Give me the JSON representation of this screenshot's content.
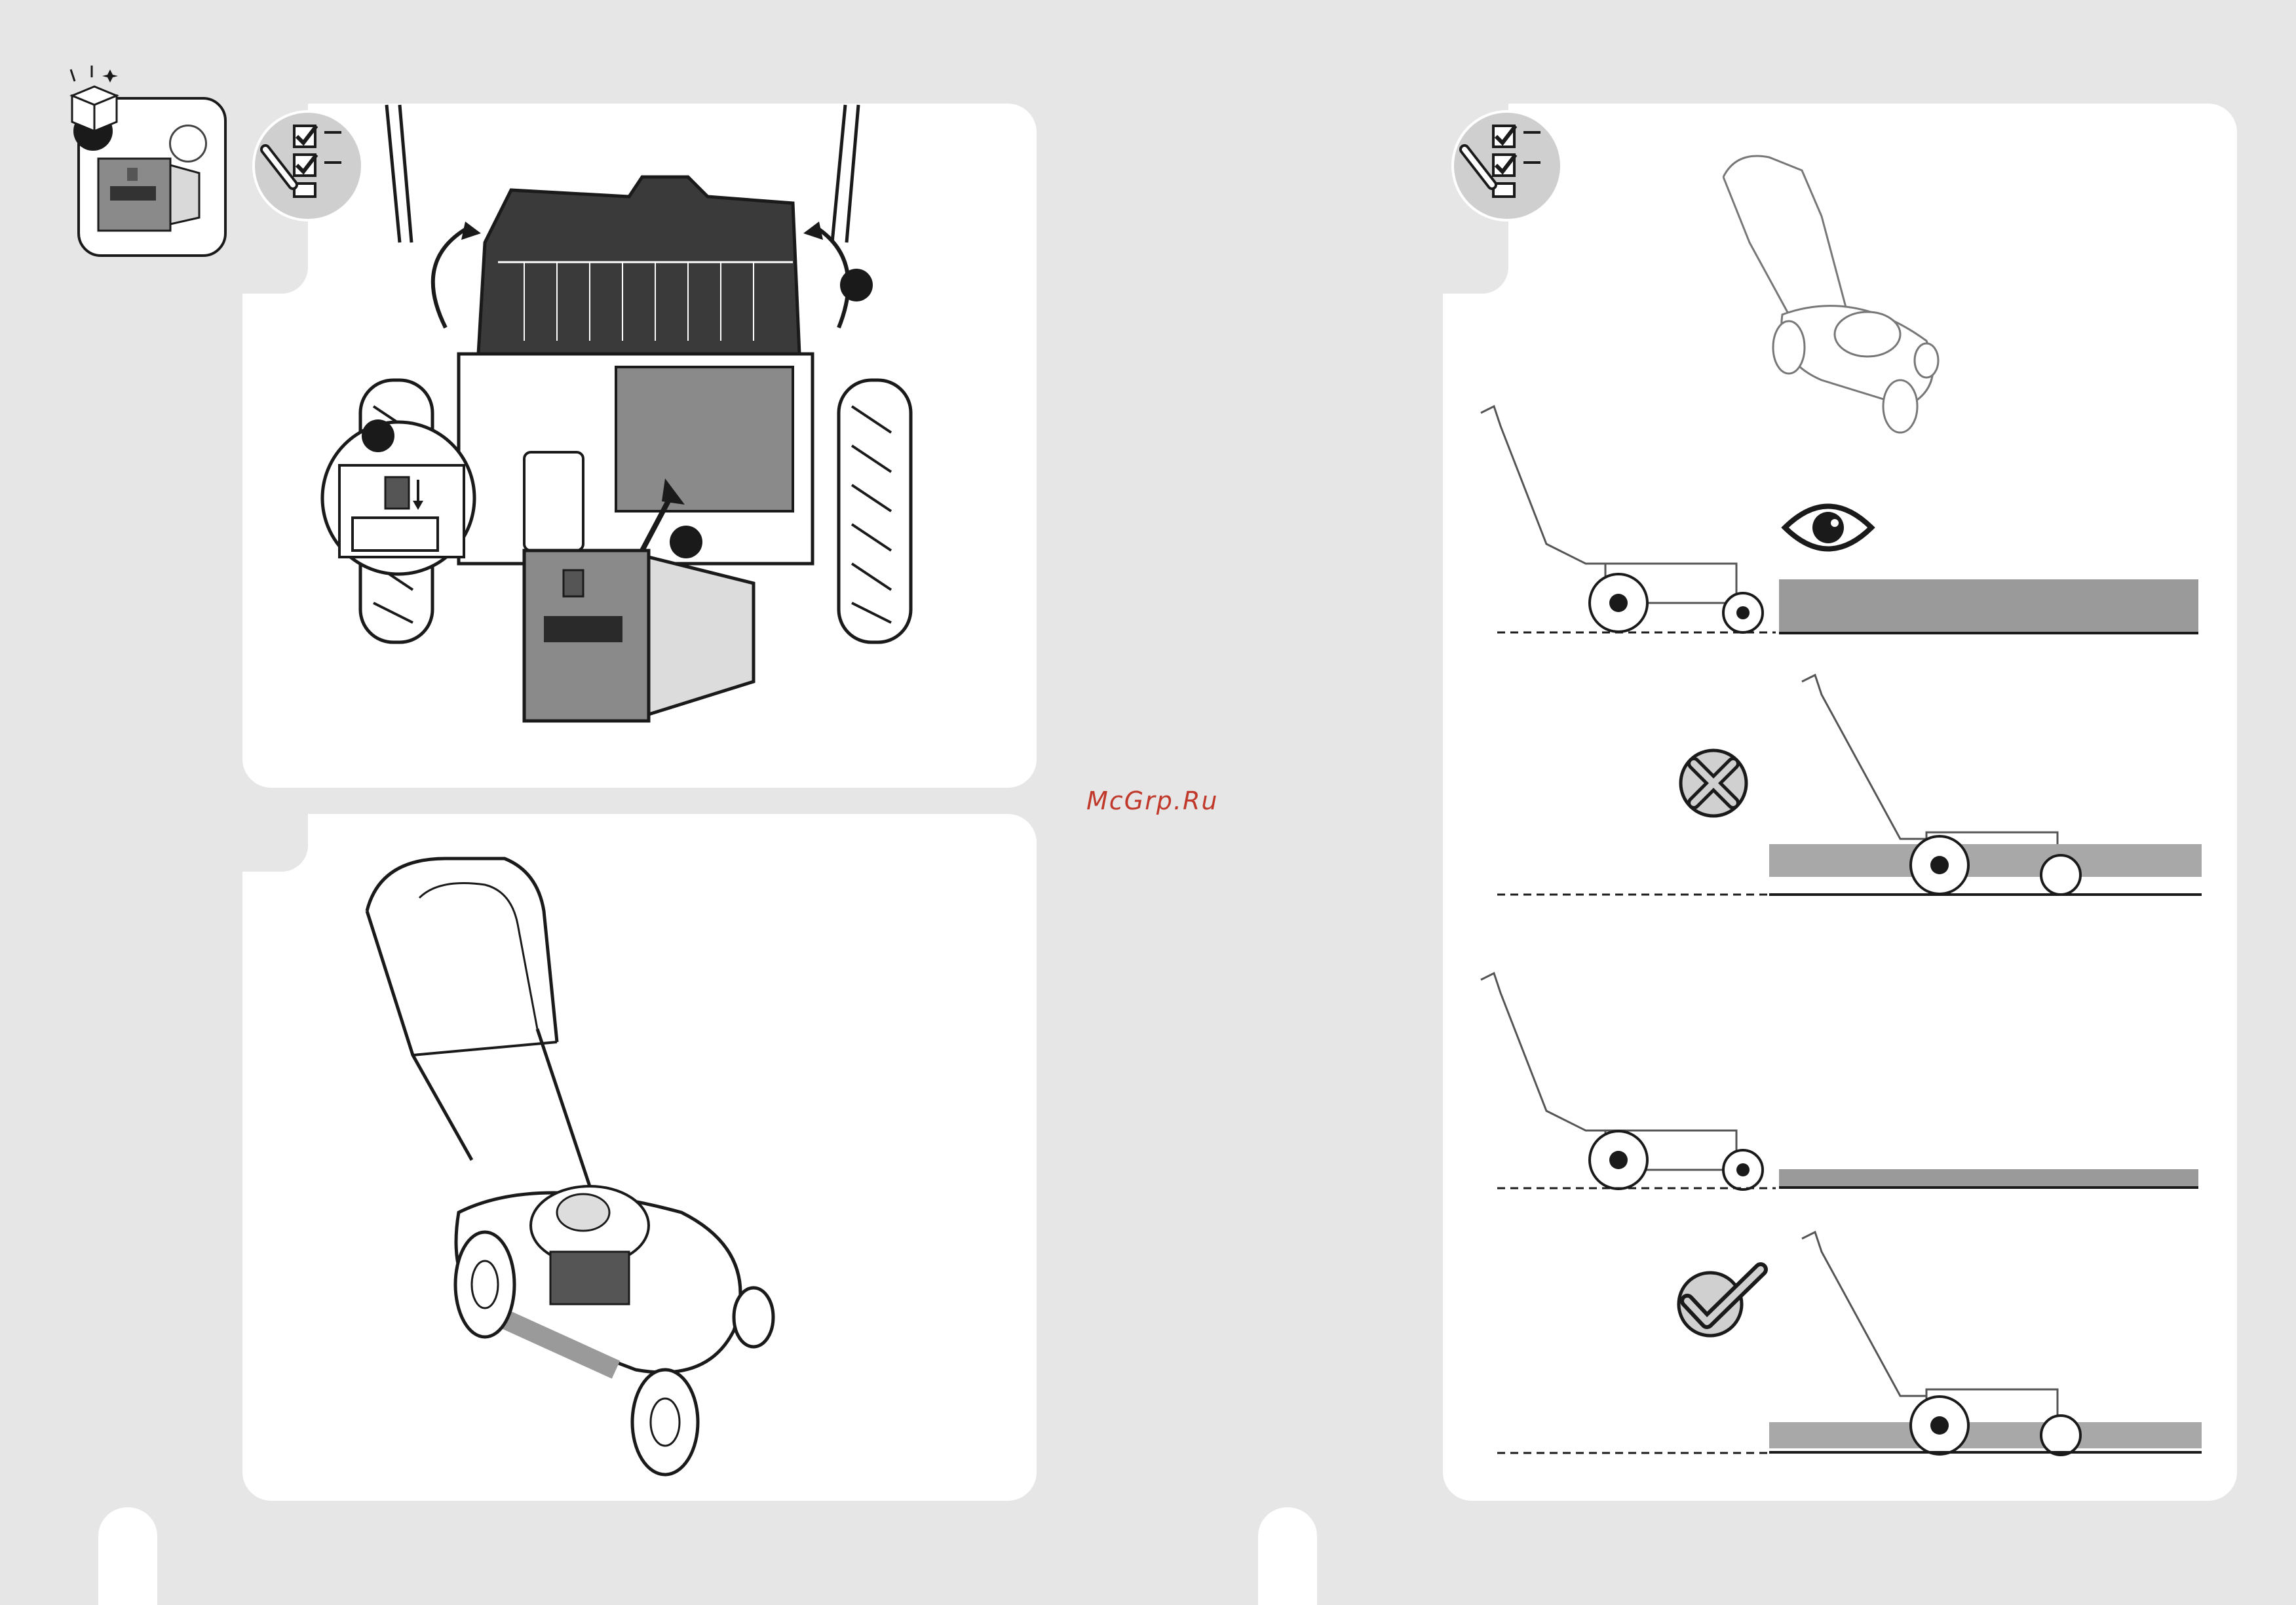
{
  "watermark": "McGrp.Ru",
  "colors": {
    "page_bg": "#e6e6e6",
    "panel_bg": "#ffffff",
    "ink": "#1a1a1a",
    "grass": "#9a9a9a",
    "catcher_fill": "#8a8a8a"
  },
  "icons": {
    "unbox": "open-box-icon",
    "checklist": "checklist-pen-icon",
    "eye": "eye-icon",
    "cross": "cross-mark-icon",
    "check": "check-mark-icon",
    "arrow": "arrow-icon"
  },
  "steps": {
    "count_top_panel": 3,
    "empty_marker": "empty-circle"
  }
}
